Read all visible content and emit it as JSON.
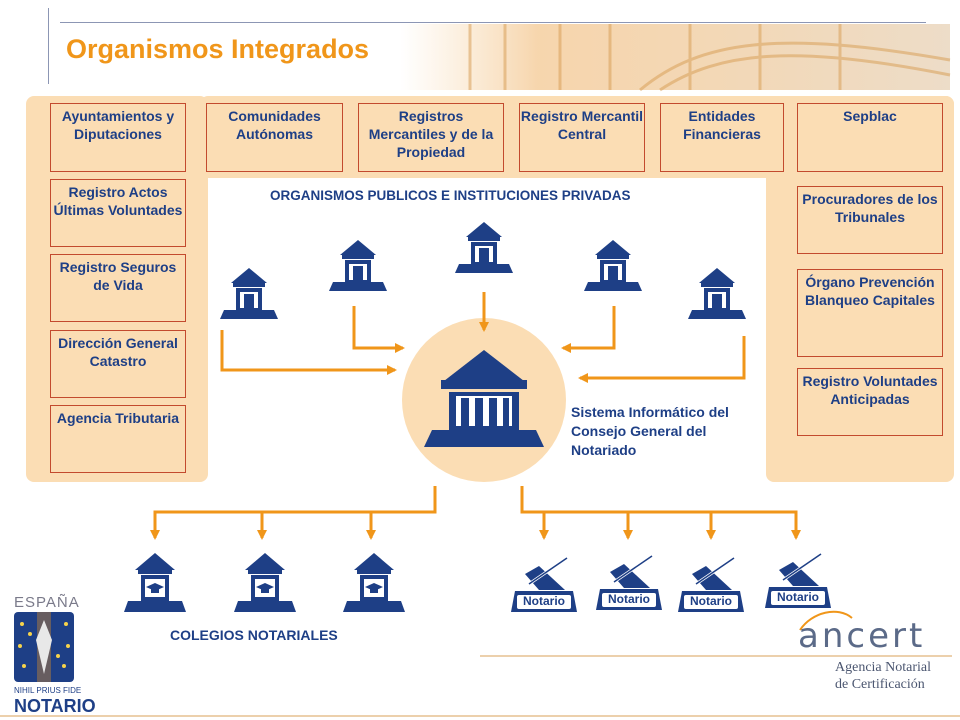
{
  "title": "Organismos Integrados",
  "left_column": [
    "Ayuntamientos y Diputaciones",
    "Registro Actos Últimas Voluntades",
    "Registro Seguros de Vida",
    "Dirección General Catastro",
    "Agencia Tributaria"
  ],
  "top_row": [
    "Comunidades Autónomas",
    "Registros Mercantiles y de la Propiedad",
    "Registro Mercantil Central",
    "Entidades Financieras",
    "Sepblac"
  ],
  "right_column": [
    "Procuradores de los Tribunales",
    "Órgano Prevención Blanqueo Capitales",
    "Registro Voluntades Anticipadas"
  ],
  "center_heading": "ORGANISMOS PUBLICOS E INSTITUCIONES PRIVADAS",
  "central_system_label": "Sistema Informático del Consejo General del Notariado",
  "colegios_label": "COLEGIOS NOTARIALES",
  "notario_label": "Notario",
  "logo_left": {
    "country": "ESPAÑA",
    "motto": "NIHIL PRIUS FIDE",
    "name": "NOTARIO"
  },
  "logo_right": {
    "brand": "ancert",
    "line1": "Agencia Notarial",
    "line2": "de Certificación"
  },
  "colors": {
    "accent_orange": "#F0961A",
    "navy": "#1E3F86",
    "panel_peach": "#FBDDB4",
    "box_border": "#C34A2E",
    "rule": "#8C96B4"
  },
  "icons": [
    "building-icon",
    "colegio-building-icon",
    "notario-icon",
    "arrow-icon"
  ]
}
